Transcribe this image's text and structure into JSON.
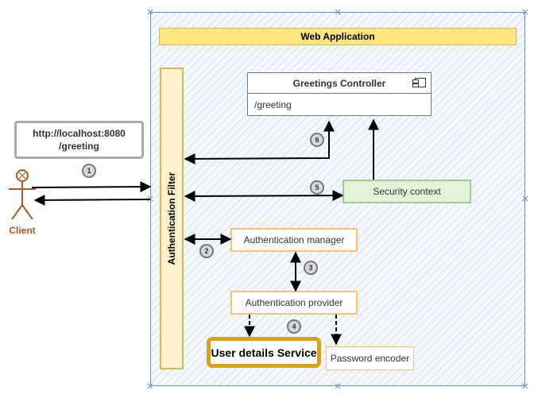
{
  "web_application": {
    "title": "Web Application"
  },
  "client": {
    "label": "Client",
    "request_url_line1": "http://localhost:8080",
    "request_url_line2": "/greeting"
  },
  "authentication_filter": {
    "label": "Authentication Filter"
  },
  "greetings_controller": {
    "title": "Greetings Controller",
    "route": "/greeting"
  },
  "security_context": {
    "label": "Security context"
  },
  "authentication_manager": {
    "label": "Authentication manager"
  },
  "authentication_provider": {
    "label": "Authentication provider"
  },
  "user_details_service": {
    "label": "User details Service"
  },
  "password_encoder": {
    "label": "Password encoder"
  },
  "steps": [
    "1",
    "2",
    "3",
    "4",
    "5",
    "6"
  ],
  "colors": {
    "container_border": "#6c8ebf",
    "title_fill": "#ffe680",
    "filter_border": "#d6b656",
    "orange": "#f5c27a",
    "green": "#9bcf8b",
    "client": "#b05a2a"
  }
}
